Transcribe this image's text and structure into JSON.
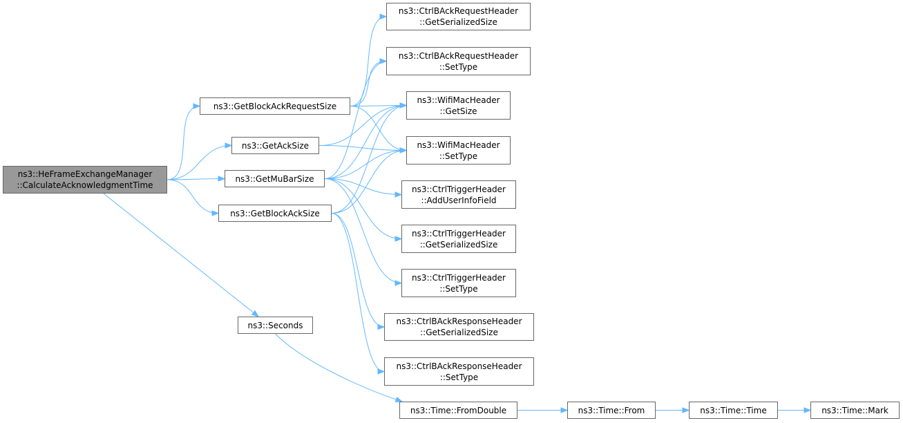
{
  "colors": {
    "edge": "#63b8ff",
    "node_border": "#666666",
    "root_fill": "#999999",
    "node_fill": "#ffffff"
  },
  "nodes": {
    "root": {
      "l1": "ns3::HeFrameExchangeManager",
      "l2": "::CalculateAcknowledgmentTime"
    },
    "getBlockAckRequestSize": {
      "l1": "ns3::GetBlockAckRequestSize"
    },
    "getAckSize": {
      "l1": "ns3::GetAckSize"
    },
    "getMuBarSize": {
      "l1": "ns3::GetMuBarSize"
    },
    "getBlockAckSize": {
      "l1": "ns3::GetBlockAckSize"
    },
    "seconds": {
      "l1": "ns3::Seconds"
    },
    "barGetSerializedSize": {
      "l1": "ns3::CtrlBAckRequestHeader",
      "l2": "::GetSerializedSize"
    },
    "barSetType": {
      "l1": "ns3::CtrlBAckRequestHeader",
      "l2": "::SetType"
    },
    "wmhGetSize": {
      "l1": "ns3::WifiMacHeader",
      "l2": "::GetSize"
    },
    "wmhSetType": {
      "l1": "ns3::WifiMacHeader",
      "l2": "::SetType"
    },
    "trigAddUserInfoField": {
      "l1": "ns3::CtrlTriggerHeader",
      "l2": "::AddUserInfoField"
    },
    "trigGetSerializedSize": {
      "l1": "ns3::CtrlTriggerHeader",
      "l2": "::GetSerializedSize"
    },
    "trigSetType": {
      "l1": "ns3::CtrlTriggerHeader",
      "l2": "::SetType"
    },
    "baGetSerializedSize": {
      "l1": "ns3::CtrlBAckResponseHeader",
      "l2": "::GetSerializedSize"
    },
    "baSetType": {
      "l1": "ns3::CtrlBAckResponseHeader",
      "l2": "::SetType"
    },
    "timeFromDouble": {
      "l1": "ns3::Time::FromDouble"
    },
    "timeFrom": {
      "l1": "ns3::Time::From"
    },
    "timeTime": {
      "l1": "ns3::Time::Time"
    },
    "timeMark": {
      "l1": "ns3::Time::Mark"
    }
  },
  "edges": [
    [
      "root",
      "getBlockAckRequestSize"
    ],
    [
      "root",
      "getAckSize"
    ],
    [
      "root",
      "getMuBarSize"
    ],
    [
      "root",
      "getBlockAckSize"
    ],
    [
      "root",
      "seconds"
    ],
    [
      "getBlockAckRequestSize",
      "barGetSerializedSize"
    ],
    [
      "getBlockAckRequestSize",
      "barSetType"
    ],
    [
      "getBlockAckRequestSize",
      "wmhGetSize"
    ],
    [
      "getBlockAckRequestSize",
      "wmhSetType"
    ],
    [
      "getAckSize",
      "wmhGetSize"
    ],
    [
      "getAckSize",
      "wmhSetType"
    ],
    [
      "getMuBarSize",
      "barSetType"
    ],
    [
      "getMuBarSize",
      "wmhGetSize"
    ],
    [
      "getMuBarSize",
      "wmhSetType"
    ],
    [
      "getMuBarSize",
      "trigAddUserInfoField"
    ],
    [
      "getMuBarSize",
      "trigGetSerializedSize"
    ],
    [
      "getMuBarSize",
      "trigSetType"
    ],
    [
      "getBlockAckSize",
      "wmhGetSize"
    ],
    [
      "getBlockAckSize",
      "wmhSetType"
    ],
    [
      "getBlockAckSize",
      "baGetSerializedSize"
    ],
    [
      "getBlockAckSize",
      "baSetType"
    ],
    [
      "seconds",
      "timeFromDouble"
    ],
    [
      "timeFromDouble",
      "timeFrom"
    ],
    [
      "timeFrom",
      "timeTime"
    ],
    [
      "timeTime",
      "timeMark"
    ]
  ]
}
